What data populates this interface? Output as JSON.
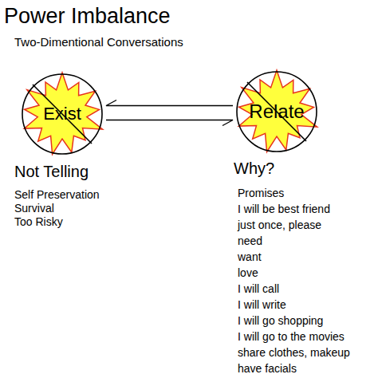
{
  "diagram": {
    "title": "Power Imbalance",
    "nodes": [
      {
        "text": [
          "Exist"
        ]
      },
      {
        "text": [
          "Relate"
        ]
      }
    ],
    "edges": [
      {
        "from": 1,
        "to": 0,
        "arrow": "to"
      },
      {
        "from": 0,
        "to": 1,
        "arrow": "to"
      }
    ],
    "labels": [
      "Two-Dimentional Conversations",
      "Not Telling",
      "Self Preservation",
      "Survival",
      "Too Risky",
      "Why?",
      "Promises",
      "I will be best friend",
      "just once, please",
      "need",
      "want",
      "love",
      "I will call",
      "I will write",
      "I will go shopping",
      "I will go to the movies",
      "share clothes, makeup",
      "have facials"
    ]
  }
}
